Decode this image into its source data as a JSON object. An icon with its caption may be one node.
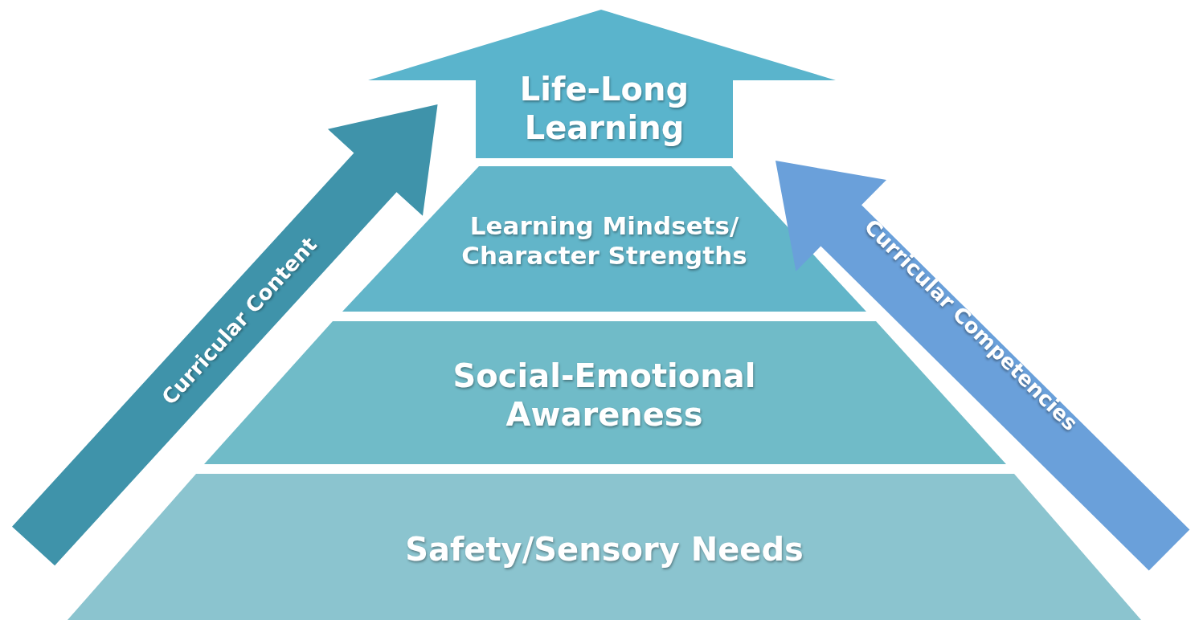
{
  "diagram": {
    "nodes": [
      {
        "text": [
          "Life-Long Learning"
        ]
      },
      {
        "text": [
          "Learning Mindsets/ Character Strengths"
        ]
      },
      {
        "text": [
          "Social-Emotional Awareness"
        ]
      },
      {
        "text": [
          "Safety/Sensory Needs"
        ]
      },
      {
        "text": [
          "Curricular Content"
        ]
      },
      {
        "text": [
          "Curricular Competencies"
        ]
      }
    ]
  }
}
